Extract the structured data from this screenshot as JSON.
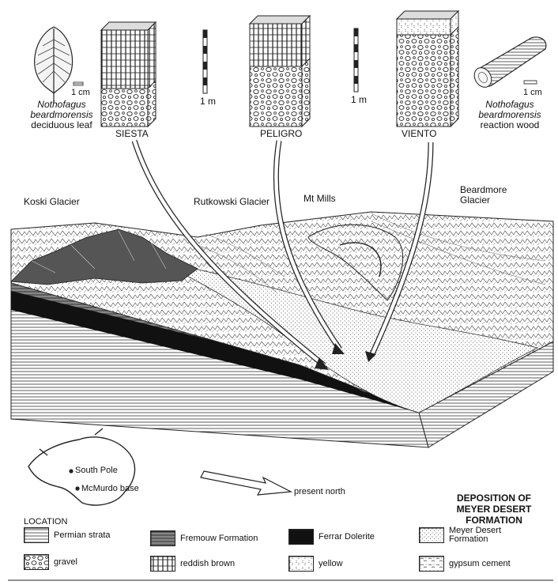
{
  "specimens": {
    "leaf": {
      "genus": "Nothofagus",
      "species": "beardmorensis",
      "note": "deciduous leaf",
      "scale": "1 cm"
    },
    "wood": {
      "genus": "Nothofagus",
      "species": "beardmorensis",
      "note": "reaction wood",
      "scale": "1 cm"
    }
  },
  "columns": [
    {
      "name": "SIESTA",
      "scale": "1 m"
    },
    {
      "name": "PELIGRO",
      "scale": "1 m"
    },
    {
      "name": "VIENTO"
    }
  ],
  "landscape_labels": {
    "koski": "Koski Glacier",
    "rutkowski": "Rutkowski Glacier",
    "mills": "Mt Mills",
    "beardmore": [
      "Beardmore",
      "Glacier"
    ]
  },
  "inset_map": {
    "south_pole": "South Pole",
    "mcmurdo": "McMurdo base",
    "location": "LOCATION"
  },
  "arrow_label": "present north",
  "title": [
    "DEPOSITION OF",
    "MEYER DESERT",
    "FORMATION"
  ],
  "legend": {
    "permian": "Permian strata",
    "fremouw": "Fremouw Formation",
    "ferrar": "Ferrar Dolerite",
    "meyer": [
      "Meyer Desert",
      "Formation"
    ],
    "gravel": "gravel",
    "reddish": "reddish brown",
    "yellow": "yellow",
    "gypsum": "gypsum cement"
  }
}
